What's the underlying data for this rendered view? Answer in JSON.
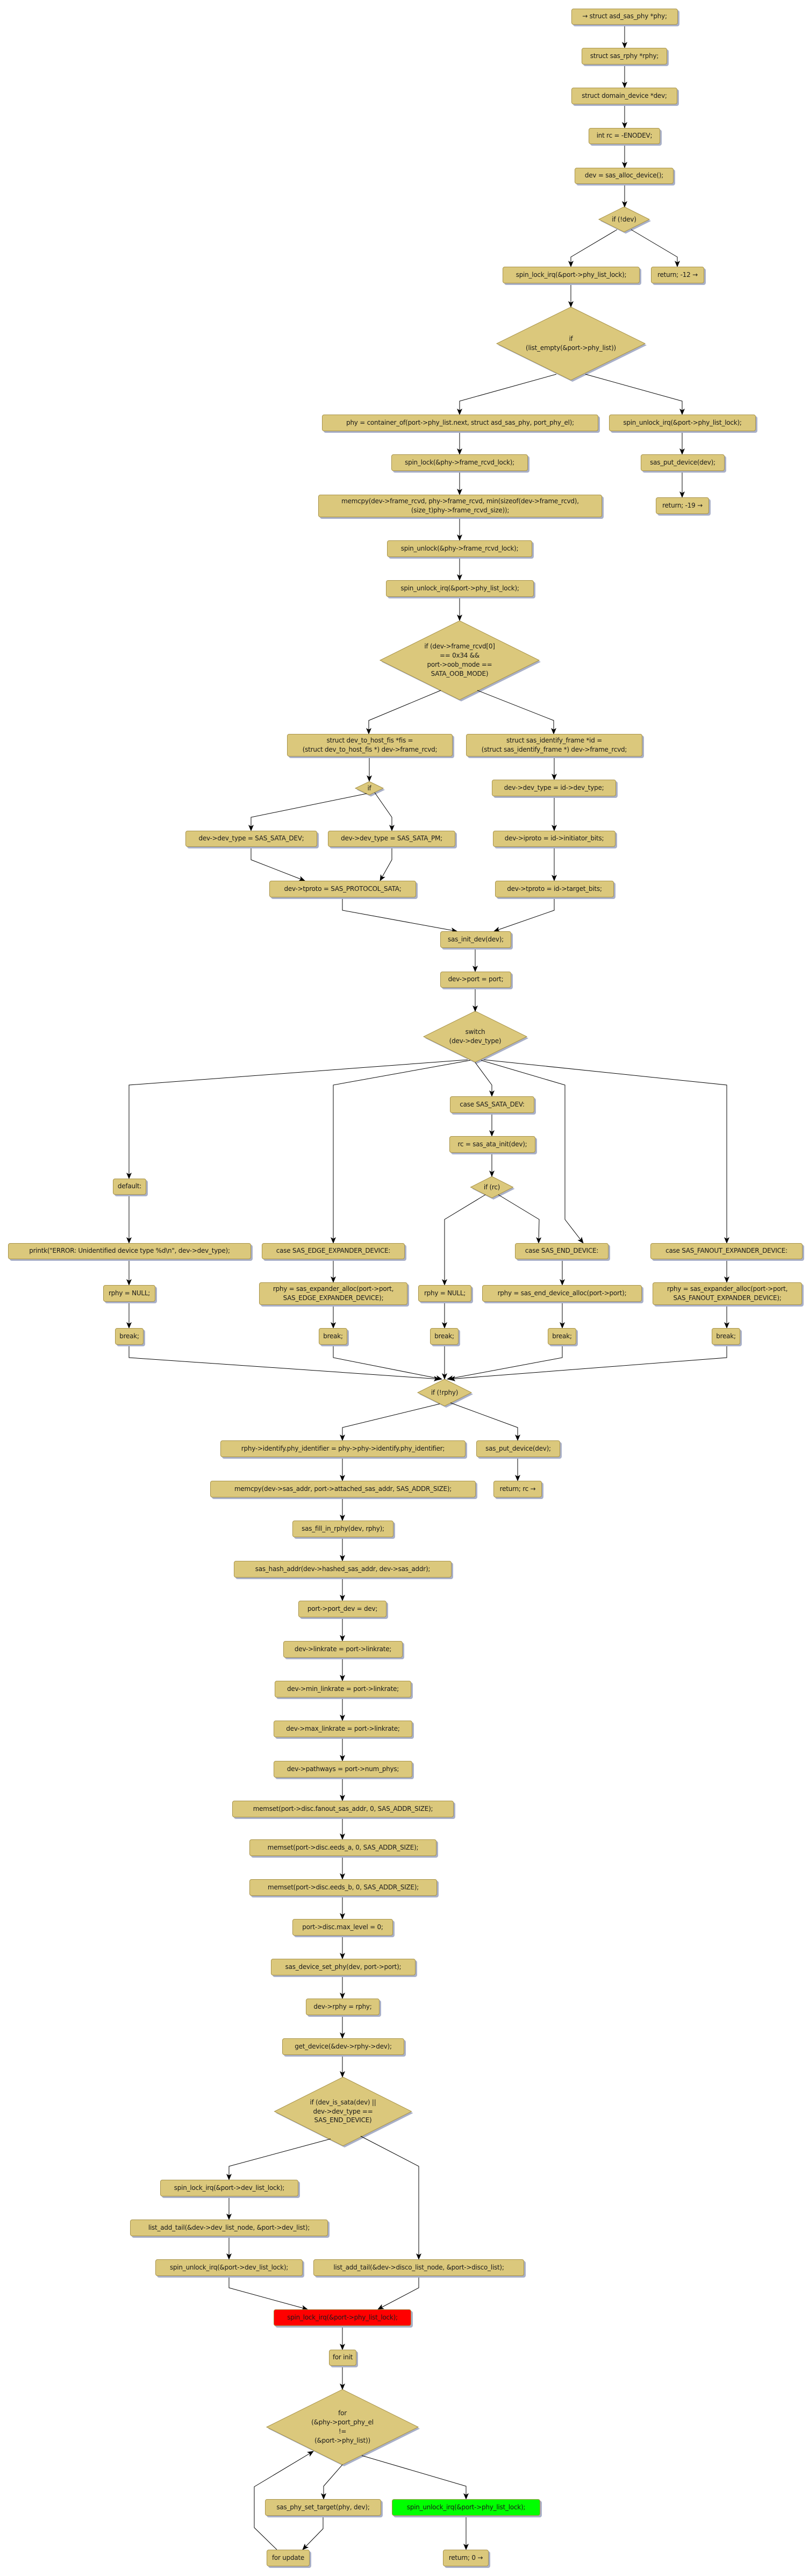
{
  "colors": {
    "node_fill": "#dbc87c",
    "node_border": "#a8934a",
    "shadow": "#a9b0c8",
    "highlight_red": "#ff0000",
    "highlight_green": "#00ff00",
    "edge": "#000000"
  },
  "nodes": {
    "r1": "→ struct asd_sas_phy *phy;",
    "r2": "struct sas_rphy *rphy;",
    "r3": "struct domain_device *dev;",
    "r4": "int rc = -ENODEV;",
    "r5": "dev = sas_alloc_device();",
    "d1": "if (!dev)",
    "r6": "spin_lock_irq(&port->phy_list_lock);",
    "r7": "return; -12 →",
    "d2": "if\n(list_empty(&port->phy_list))",
    "r8": "phy = container_of(port->phy_list.next, struct asd_sas_phy, port_phy_el);",
    "r9": "spin_unlock_irq(&port->phy_list_lock);",
    "r10": "spin_lock(&phy->frame_rcvd_lock);",
    "r11": "sas_put_device(dev);",
    "r12": "memcpy(dev->frame_rcvd, phy->frame_rcvd, min(sizeof(dev->frame_rcvd),\n(size_t)phy->frame_rcvd_size));",
    "r13": "return; -19 →",
    "r14": "spin_unlock(&phy->frame_rcvd_lock);",
    "r15": "spin_unlock_irq(&port->phy_list_lock);",
    "d3": "if (dev->frame_rcvd[0]\n== 0x34 &&\nport->oob_mode ==\nSATA_OOB_MODE)",
    "r16": "struct dev_to_host_fis *fis =\n(struct dev_to_host_fis *) dev->frame_rcvd;",
    "r17": "struct sas_identify_frame *id =\n(struct sas_identify_frame *) dev->frame_rcvd;",
    "d4": "if",
    "r18": "dev->dev_type = id->dev_type;",
    "r19": "dev->dev_type = SAS_SATA_DEV;",
    "r20": "dev->dev_type = SAS_SATA_PM;",
    "r21": "dev->iproto = id->initiator_bits;",
    "r22": "dev->tproto = SAS_PROTOCOL_SATA;",
    "r23": "dev->tproto = id->target_bits;",
    "r24": "sas_init_dev(dev);",
    "r25": "dev->port = port;",
    "d5": "switch\n(dev->dev_type)",
    "r26": "case SAS_SATA_DEV:",
    "r27": "rc = sas_ata_init(dev);",
    "d6": "if (rc)",
    "r28": "default:",
    "r29": "printk(\"ERROR: Unidentified device type %d\\n\", dev->dev_type);",
    "r30": "case SAS_EDGE_EXPANDER_DEVICE:",
    "r31": "case SAS_END_DEVICE:",
    "r32": "case SAS_FANOUT_EXPANDER_DEVICE:",
    "r33": "rphy = NULL;",
    "r34": "rphy = sas_expander_alloc(port->port,\nSAS_EDGE_EXPANDER_DEVICE);",
    "r35": "rphy = NULL;",
    "r36": "rphy = sas_end_device_alloc(port->port);",
    "r37": "rphy = sas_expander_alloc(port->port,\nSAS_FANOUT_EXPANDER_DEVICE);",
    "b1": "break;",
    "b2": "break;",
    "b3": "break;",
    "b4": "break;",
    "b5": "break;",
    "d7": "if (!rphy)",
    "r43": "rphy->identify.phy_identifier = phy->phy->identify.phy_identifier;",
    "r44": "sas_put_device(dev);",
    "r45": "memcpy(dev->sas_addr, port->attached_sas_addr, SAS_ADDR_SIZE);",
    "r46": "return; rc →",
    "r47": "sas_fill_in_rphy(dev, rphy);",
    "r48": "sas_hash_addr(dev->hashed_sas_addr, dev->sas_addr);",
    "r49": "port->port_dev = dev;",
    "r50": "dev->linkrate = port->linkrate;",
    "r51": "dev->min_linkrate = port->linkrate;",
    "r52": "dev->max_linkrate = port->linkrate;",
    "r53": "dev->pathways = port->num_phys;",
    "r54": "memset(port->disc.fanout_sas_addr, 0, SAS_ADDR_SIZE);",
    "r55": "memset(port->disc.eeds_a, 0, SAS_ADDR_SIZE);",
    "r56": "memset(port->disc.eeds_b, 0, SAS_ADDR_SIZE);",
    "r57": "port->disc.max_level = 0;",
    "r58": "sas_device_set_phy(dev, port->port);",
    "r59": "dev->rphy = rphy;",
    "r60": "get_device(&dev->rphy->dev);",
    "d8": "if (dev_is_sata(dev) ||\ndev->dev_type ==\nSAS_END_DEVICE)",
    "r61": "spin_lock_irq(&port->dev_list_lock);",
    "r62": "list_add_tail(&dev->dev_list_node, &port->dev_list);",
    "r63": "spin_unlock_irq(&port->dev_list_lock);",
    "r64": "list_add_tail(&dev->disco_list_node, &port->disco_list);",
    "r65": "spin_lock_irq(&port->phy_list_lock);",
    "r66": "for init",
    "d9": "for\n(&phy->port_phy_el\n!=\n(&port->phy_list))",
    "r67": "sas_phy_set_target(phy, dev);",
    "r68": "spin_unlock_irq(&port->phy_list_lock);",
    "r69": "for update",
    "r70": "return; 0 →"
  },
  "highlights": {
    "r65": "highlight_red",
    "r68": "highlight_green"
  }
}
